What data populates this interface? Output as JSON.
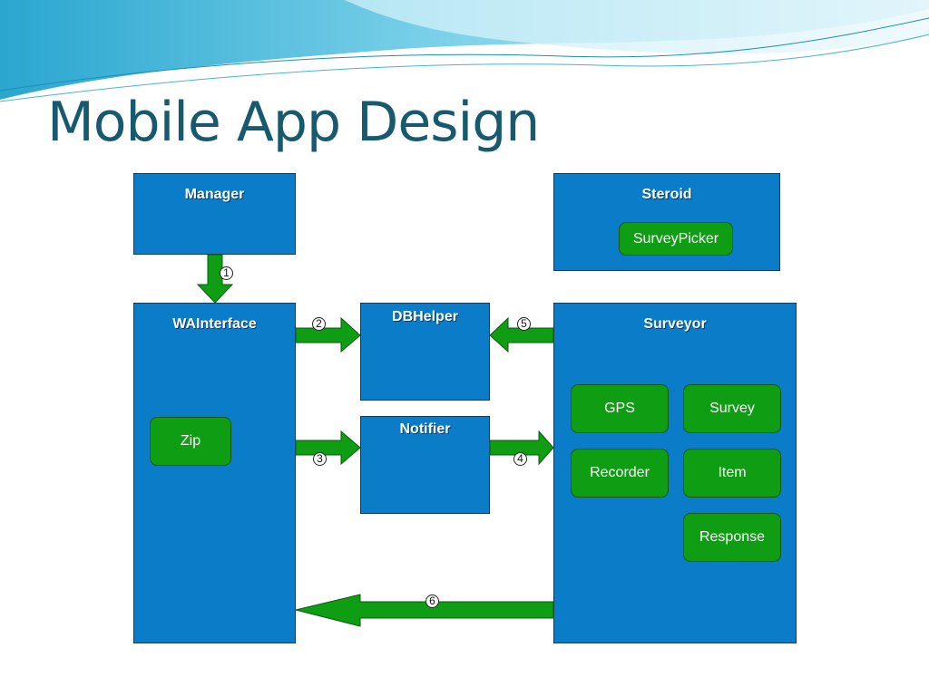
{
  "slide": {
    "title": "Mobile App Design"
  },
  "diagram": {
    "blocks": {
      "manager": "Manager",
      "steroid": "Steroid",
      "wainterface": "WAInterface",
      "dbhelper": "DBHelper",
      "notifier": "Notifier",
      "surveyor": "Surveyor"
    },
    "components": {
      "surveypicker": "SurveyPicker",
      "zip": "Zip",
      "gps": "GPS",
      "survey": "Survey",
      "recorder": "Recorder",
      "item": "Item",
      "response": "Response"
    },
    "steps": [
      "1",
      "2",
      "3",
      "4",
      "5",
      "6"
    ]
  },
  "colors": {
    "block_fill": "#0a7cc8",
    "component_fill": "#0f9d14",
    "arrow_fill": "#0f9d14",
    "title_text": "#17596e",
    "wave_accent": "#3fb8d8"
  }
}
